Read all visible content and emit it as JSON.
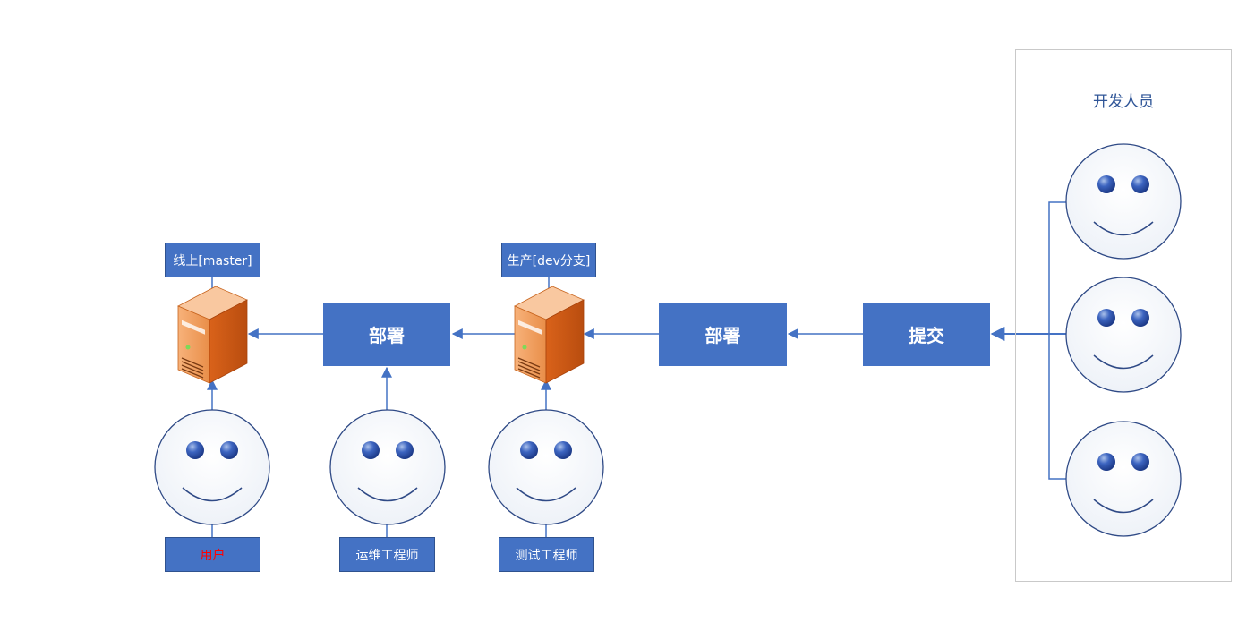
{
  "labels": {
    "online": "线上[master]",
    "production": "生产[dev分支]",
    "deploy_left": "部署",
    "deploy_right": "部署",
    "submit": "提交",
    "user": "用户",
    "ops_engineer": "运维工程师",
    "test_engineer": "测试工程师",
    "developers": "开发人员"
  },
  "colors": {
    "box_fill": "#4472c4",
    "line": "#4472c4",
    "user_label": "#ff0000",
    "group_title": "#2f5597",
    "server_orange": "#e36c1e"
  },
  "icons": {
    "server": "server-icon",
    "person": "smiley-face-icon"
  }
}
